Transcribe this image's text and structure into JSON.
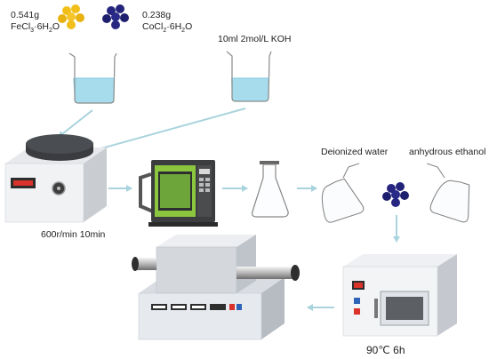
{
  "reagents": {
    "fecl3": {
      "mass": "0.541g",
      "formula_main": "FeCl",
      "sub1": "3",
      "formula_mid": "·6H",
      "sub2": "2",
      "formula_end": "O"
    },
    "cocl2": {
      "mass": "0.238g",
      "formula_main": "CoCl",
      "sub1": "2",
      "formula_mid": "·6H",
      "sub2": "2",
      "formula_end": "O"
    },
    "koh": "10ml 2mol/L KOH"
  },
  "steps": {
    "stir": "600r/min 10min",
    "dry": "90℃ 6h"
  },
  "wash": {
    "water": "Deionized water",
    "ethanol": "anhydrous ethanol"
  },
  "colors": {
    "arrow": "#a9d3dd",
    "fe_particle": "#f2bf1a",
    "co_particle": "#23237a",
    "liquid": "#a7dcec",
    "microwave": "#8cc63f"
  }
}
